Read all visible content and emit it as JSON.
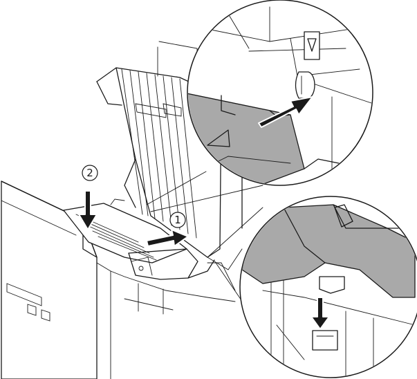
{
  "figure": {
    "callouts": [
      {
        "id": "step-1",
        "label": "1"
      },
      {
        "id": "step-2",
        "label": "2"
      }
    ],
    "colors": {
      "line": "#1a1a1a",
      "part_fill": "#a9a9a9",
      "background": "#ffffff"
    }
  }
}
